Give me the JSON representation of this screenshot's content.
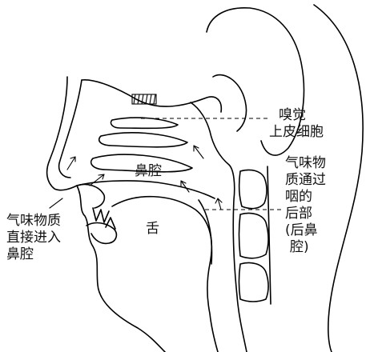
{
  "labels": {
    "olfactory_epithelium": [
      "嗅觉",
      "上皮细胞"
    ],
    "retronasal_route": [
      "气味物",
      "质通过",
      "咽的",
      "后部",
      "(后鼻",
      "腔)"
    ],
    "orthonasal_route": [
      "气味物质",
      "直接进入",
      "鼻腔"
    ],
    "nasal_cavity": "鼻腔",
    "tongue": "舌"
  }
}
